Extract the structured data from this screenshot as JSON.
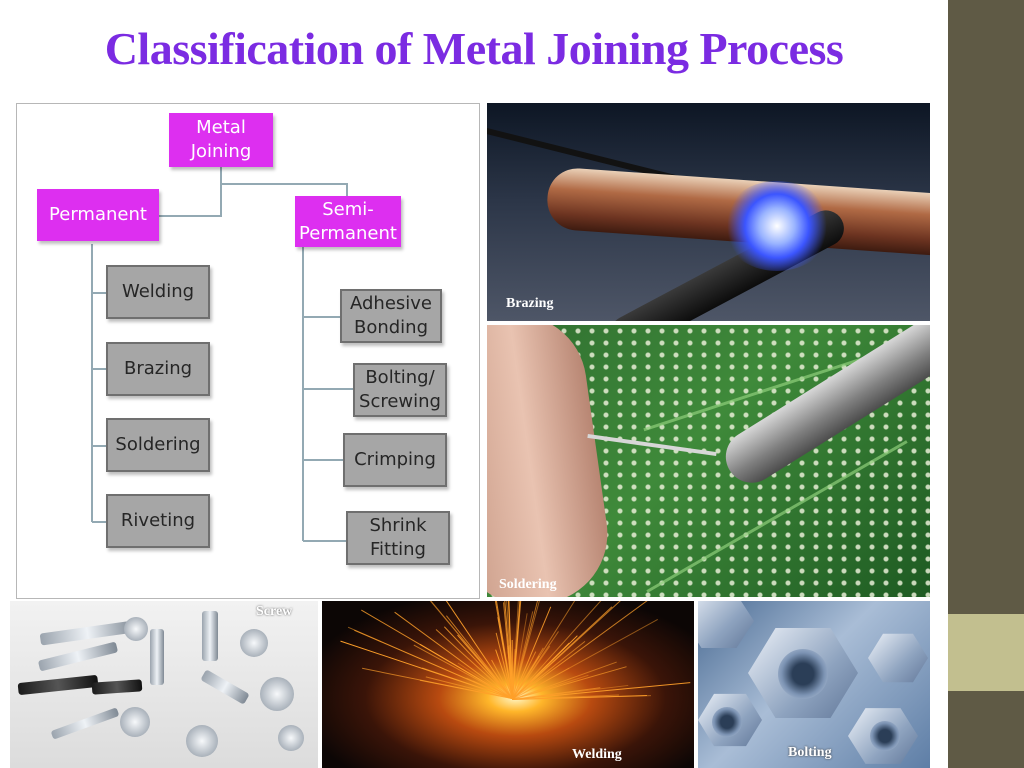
{
  "slide": {
    "title": "Classification of Metal Joining Process"
  },
  "diagram": {
    "root": "Metal\nJoining",
    "branches": [
      {
        "label": "Permanent",
        "children": [
          "Welding",
          "Brazing",
          "Soldering",
          "Riveting"
        ]
      },
      {
        "label": "Semi-\nPermanent",
        "children": [
          "Adhesive\nBonding",
          "Bolting/\nScrewing",
          "Crimping",
          "Shrink\nFitting"
        ]
      }
    ]
  },
  "photos": {
    "brazing": "Brazing",
    "soldering": "Soldering",
    "screw": "Screw",
    "welding": "Welding",
    "bolting": "Bolting"
  },
  "colors": {
    "title": "#7b2be2",
    "node_magenta": "#dd2ff0",
    "node_grey": "#a6a6a6",
    "sidebar_dark": "#5f5a45",
    "sidebar_light": "#c2bf8f"
  }
}
